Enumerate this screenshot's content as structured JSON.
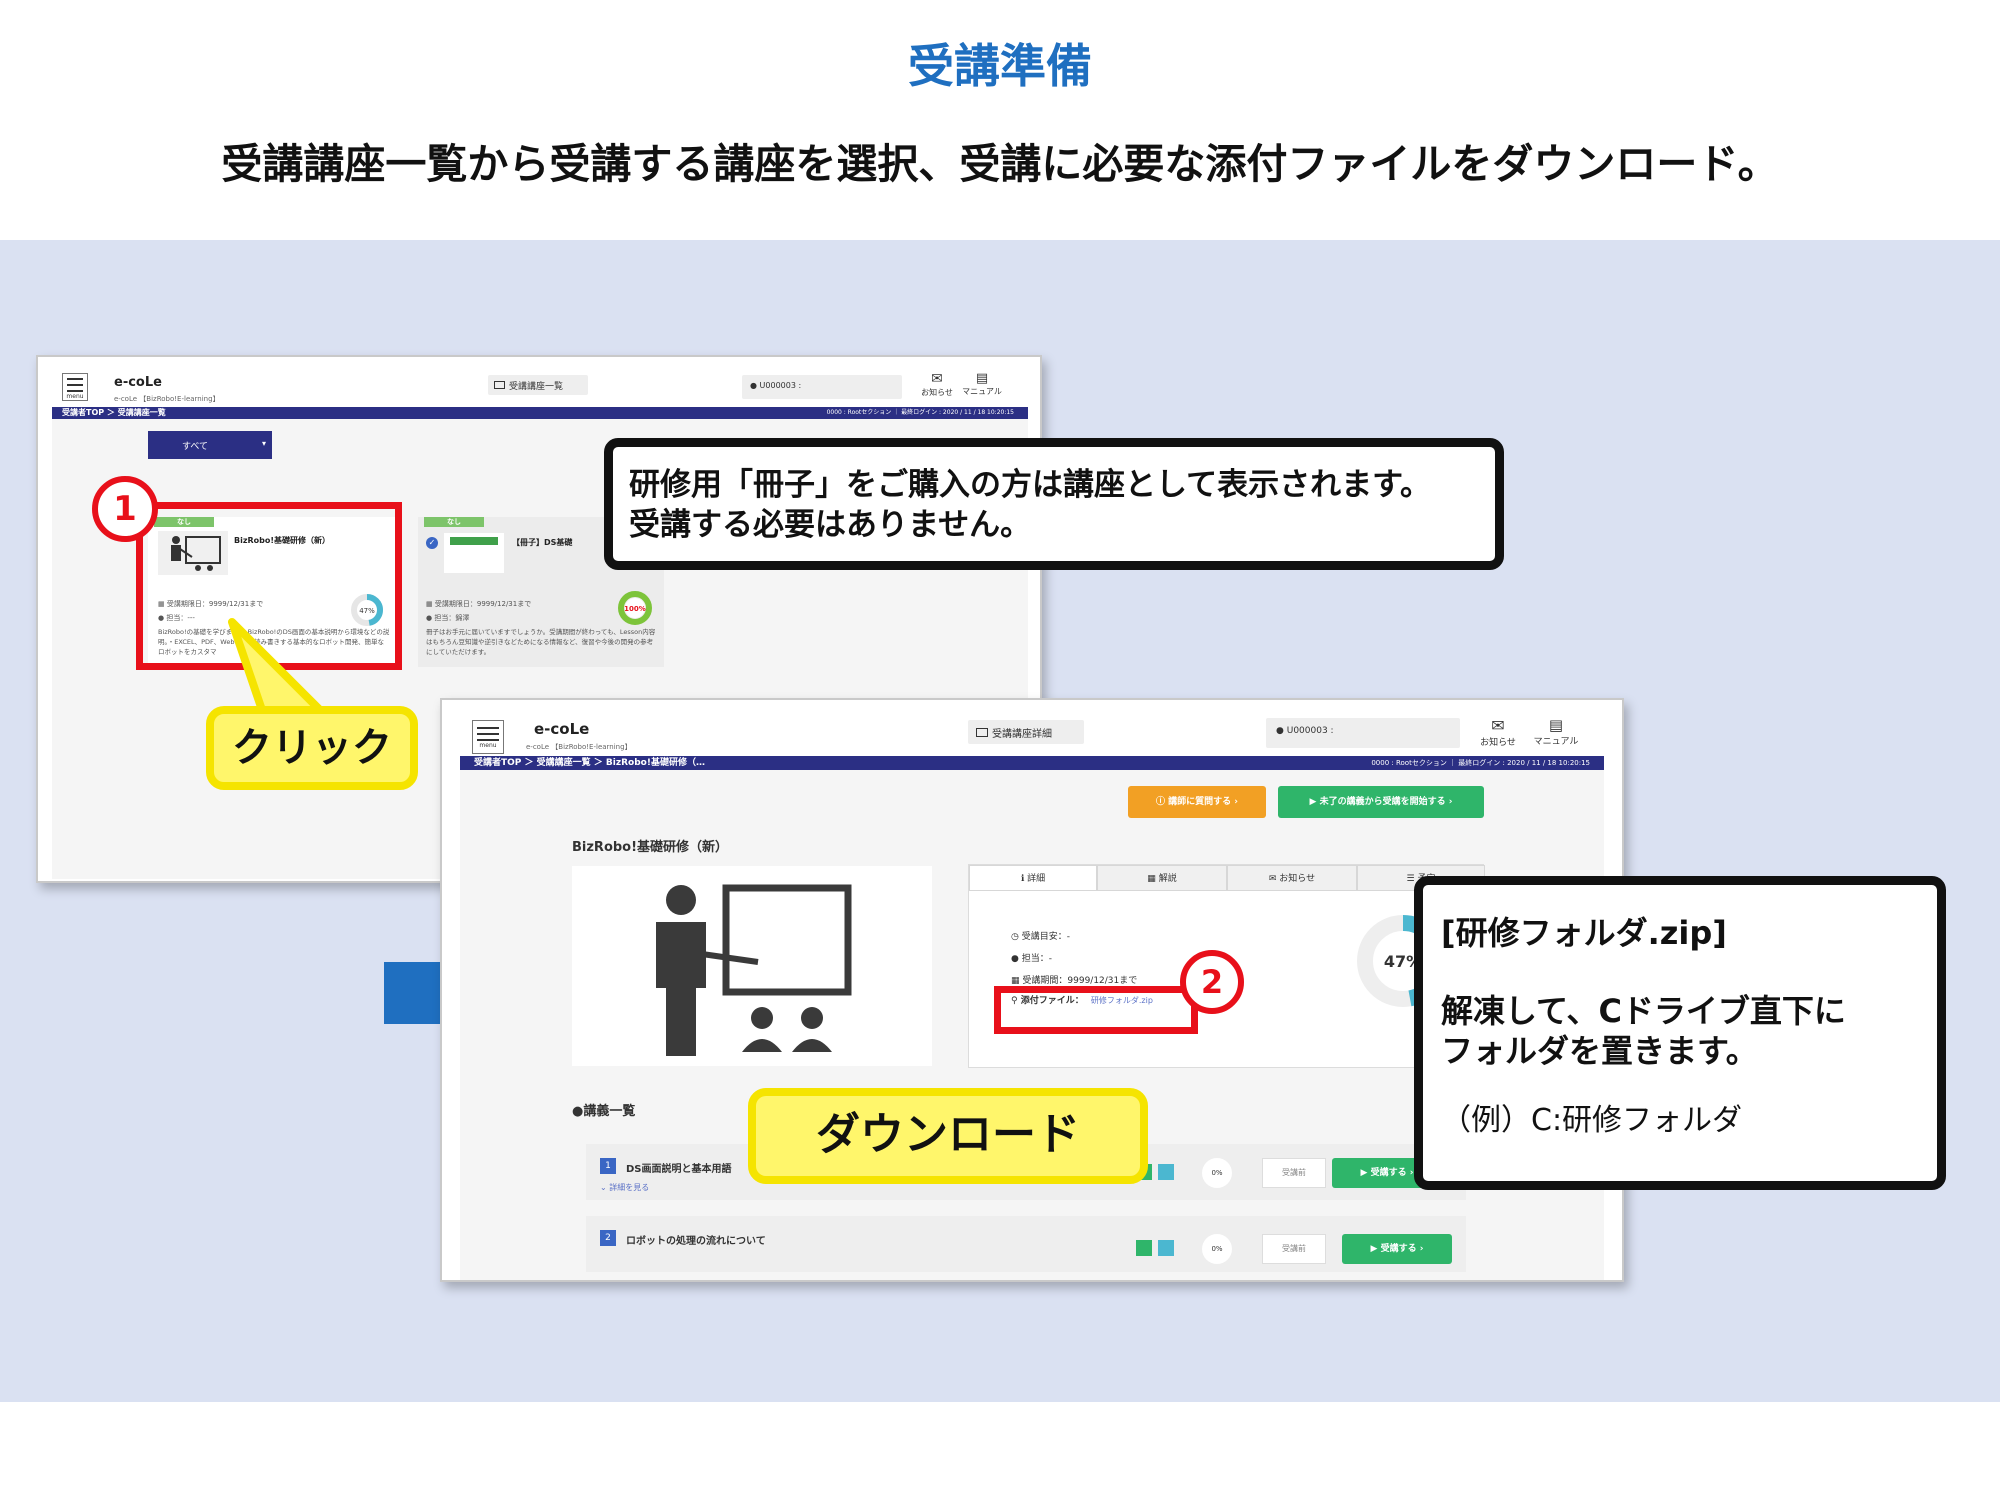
{
  "heading": {
    "title": "受講準備",
    "subtitle": "受講講座一覧から受講する講座を選択、受講に必要な添付ファイルをダウンロード。"
  },
  "colors": {
    "title_blue": "#1f6fc0",
    "panel_bg": "#dae1f2",
    "nav_navy": "#2b2f84",
    "highlight_red": "#e8101a",
    "callout_yellow": "#fff66b",
    "green_button": "#2fb56a",
    "orange_button": "#f2a024",
    "arrow_blue": "#1f6fc0"
  },
  "window1": {
    "menu_label": "menu",
    "logo": "e-coLe",
    "logo_sub": "e-coLe 【BizRobo!E-learning】",
    "nav_course_list": "受講講座一覧",
    "user_id": "U000003 :",
    "notice": "お知らせ",
    "manual": "マニュアル",
    "breadcrumb": "受講者TOP ＞ 受講講座一覧",
    "status_right": "0000 : Rootセクション ｜ 最終ログイン : 2020 / 11 / 18 10:20:15",
    "filter": "すべて",
    "card1": {
      "badge": "なし",
      "title": "BizRobo!基礎研修（新）",
      "period": "受講期限日：9999/12/31まで",
      "owner": "担当：---",
      "progress": "47%",
      "progress_value": 47,
      "desc": "BizRobo!の基礎を学びます。・BizRobo!のDS画面の基本説明から環境などの説明。・EXCEL、PDF、Webなどを読み書きする基本的なロボット開発、簡単なロボットをカスタマ"
    },
    "card2": {
      "badge": "なし",
      "title": "【冊子】DS基礎",
      "period": "受講期限日：9999/12/31まで",
      "owner": "担当：錦澤",
      "progress": "100%",
      "progress_value": 100,
      "desc": "冊子はお手元に届いていますでしょうか。受講期間が終わっても、Lesson内容はもちろん豆知識や逆引きなどためになる情報など、復習や今後の開発の参考にしていただけます。"
    }
  },
  "window2": {
    "menu_label": "menu",
    "logo": "e-coLe",
    "logo_sub": "e-coLe 【BizRobo!E-learning】",
    "nav_course_detail": "受講講座詳細",
    "user_id": "U000003 :",
    "notice": "お知らせ",
    "manual": "マニュアル",
    "breadcrumb": "受講者TOP ＞ 受講講座一覧 ＞ BizRobo!基礎研修（…",
    "status_right": "0000 : Rootセクション ｜ 最終ログイン : 2020 / 11 / 18 10:20:15",
    "ask_button": "講師に質問する",
    "start_button": "未了の講義から受講を開始する",
    "course_title": "BizRobo!基礎研修（新）",
    "tabs": [
      "詳細",
      "解説",
      "お知らせ",
      "予定"
    ],
    "detail": {
      "guide": "受講目安：-",
      "owner": "担当：-",
      "period": "受講期間：9999/12/31まで",
      "attachment_label": "添付ファイル：",
      "attachment_file": "研修フォルダ.zip"
    },
    "progress": "47%",
    "progress_value": 47,
    "lecture_heading": "●講義一覧",
    "lectures": [
      {
        "num": "1",
        "title": "DS画面説明と基本用語",
        "more": "詳細を見る",
        "pct": "0%",
        "status": "受講前",
        "button": "受講する"
      },
      {
        "num": "2",
        "title": "ロボットの処理の流れについて",
        "more": "",
        "pct": "0%",
        "status": "受講前",
        "button": "受講する"
      }
    ]
  },
  "callouts": {
    "booklet_line1": "研修用「冊子」をご購入の方は講座として表示されます。",
    "booklet_line2": "受講する必要はありません。",
    "step1": "1",
    "click": "クリック",
    "step2": "2",
    "download": "ダウンロード",
    "zip_title": "[研修フォルダ.zip]",
    "zip_line1": "解凍して、Cドライブ直下に",
    "zip_line2": "フォルダを置きます。",
    "zip_example": "（例）C:研修フォルダ"
  },
  "icons": {
    "menu": "hamburger-icon",
    "monitor": "monitor-icon",
    "user": "user-icon",
    "mail": "mail-icon",
    "book": "book-icon",
    "calendar": "calendar-icon",
    "check": "check-circle-icon",
    "info": "info-icon",
    "clip": "paperclip-icon",
    "clock": "clock-icon",
    "play": "play-circle-icon",
    "question": "question-circle-icon",
    "presenter": "presenter-icon"
  }
}
